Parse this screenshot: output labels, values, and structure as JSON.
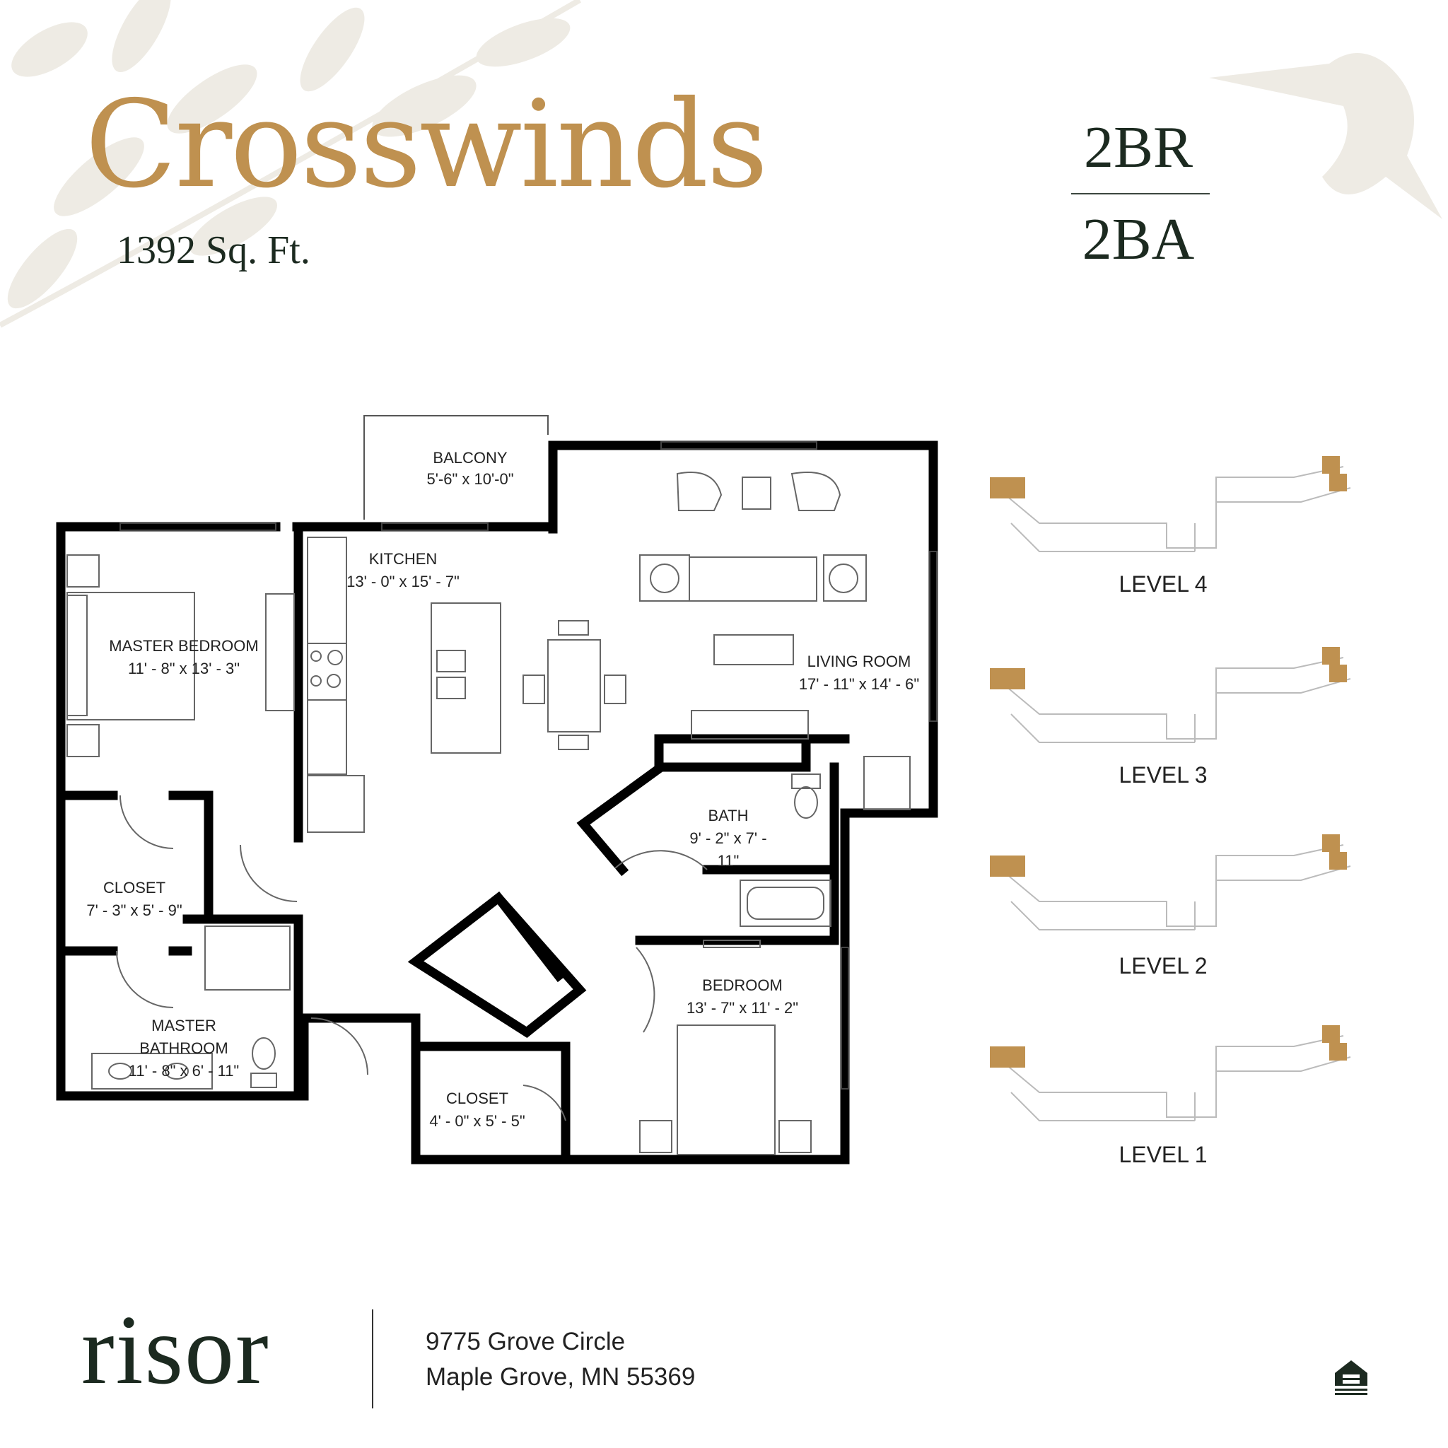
{
  "header": {
    "title": "Crosswinds",
    "sqft": "1392 Sq. Ft.",
    "beds": "2BR",
    "baths": "2BA"
  },
  "rooms": {
    "balcony": {
      "name": "BALCONY",
      "dims": "5'-6\" x 10'-0\""
    },
    "kitchen": {
      "name": "KITCHEN",
      "dims": "13' - 0\" x 15' - 7\""
    },
    "living": {
      "name": "LIVING ROOM",
      "dims": "17' - 11\" x 14' - 6\""
    },
    "master_bedroom": {
      "name": "MASTER BEDROOM",
      "dims": "11' - 8\" x 13' - 3\""
    },
    "closet_master": {
      "name": "CLOSET",
      "dims": "7' - 3\" x 5' - 9\""
    },
    "master_bath": {
      "name": "MASTER BATHROOM",
      "dims": "11' - 8\" x 6' - 11\""
    },
    "bath": {
      "name": "BATH",
      "dims": "9' - 2\" x 7' - 11\""
    },
    "bedroom": {
      "name": "BEDROOM",
      "dims": "13' - 7\" x 11' - 2\""
    },
    "closet_bedroom": {
      "name": "CLOSET",
      "dims": "4' - 0\" x 5' - 5\""
    }
  },
  "levels": [
    "LEVEL 4",
    "LEVEL 3",
    "LEVEL 2",
    "LEVEL 1"
  ],
  "footer": {
    "brand": "risor",
    "address_line1": "9775 Grove Circle",
    "address_line2": "Maple Grove, MN 55369",
    "equal_housing_icon": "equal-housing-opportunity-icon"
  },
  "colors": {
    "gold": "#bf9150",
    "dark_green": "#1c2a20",
    "wall": "#000000",
    "decor_leaf": "#ebe8e1"
  }
}
